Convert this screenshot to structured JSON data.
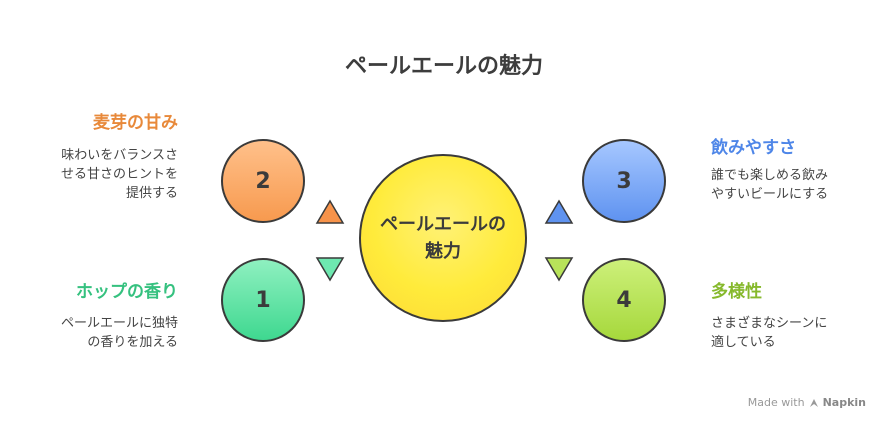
{
  "title": "ペールエールの魅力",
  "center": {
    "line1": "ペールエールの",
    "line2": "魅力"
  },
  "items": [
    {
      "number": "1",
      "heading": "ホップの香り",
      "desc_line1": "ペールエールに独特",
      "desc_line2": "の香りを加える",
      "color": "#35c17f"
    },
    {
      "number": "2",
      "heading": "麦芽の甘み",
      "desc_line1": "味わいをバランスさ",
      "desc_line2": "せる甘さのヒントを",
      "desc_line3": "提供する",
      "color": "#e8893a"
    },
    {
      "number": "3",
      "heading": "飲みやすさ",
      "desc_line1": "誰でも楽しめる飲み",
      "desc_line2": "やすいビールにする",
      "color": "#4e86e8"
    },
    {
      "number": "4",
      "heading": "多様性",
      "desc_line1": "さまざまなシーンに",
      "desc_line2": "適している",
      "color": "#86b92c"
    }
  ],
  "branding": {
    "made_with": "Made with",
    "brand": "Napkin"
  }
}
